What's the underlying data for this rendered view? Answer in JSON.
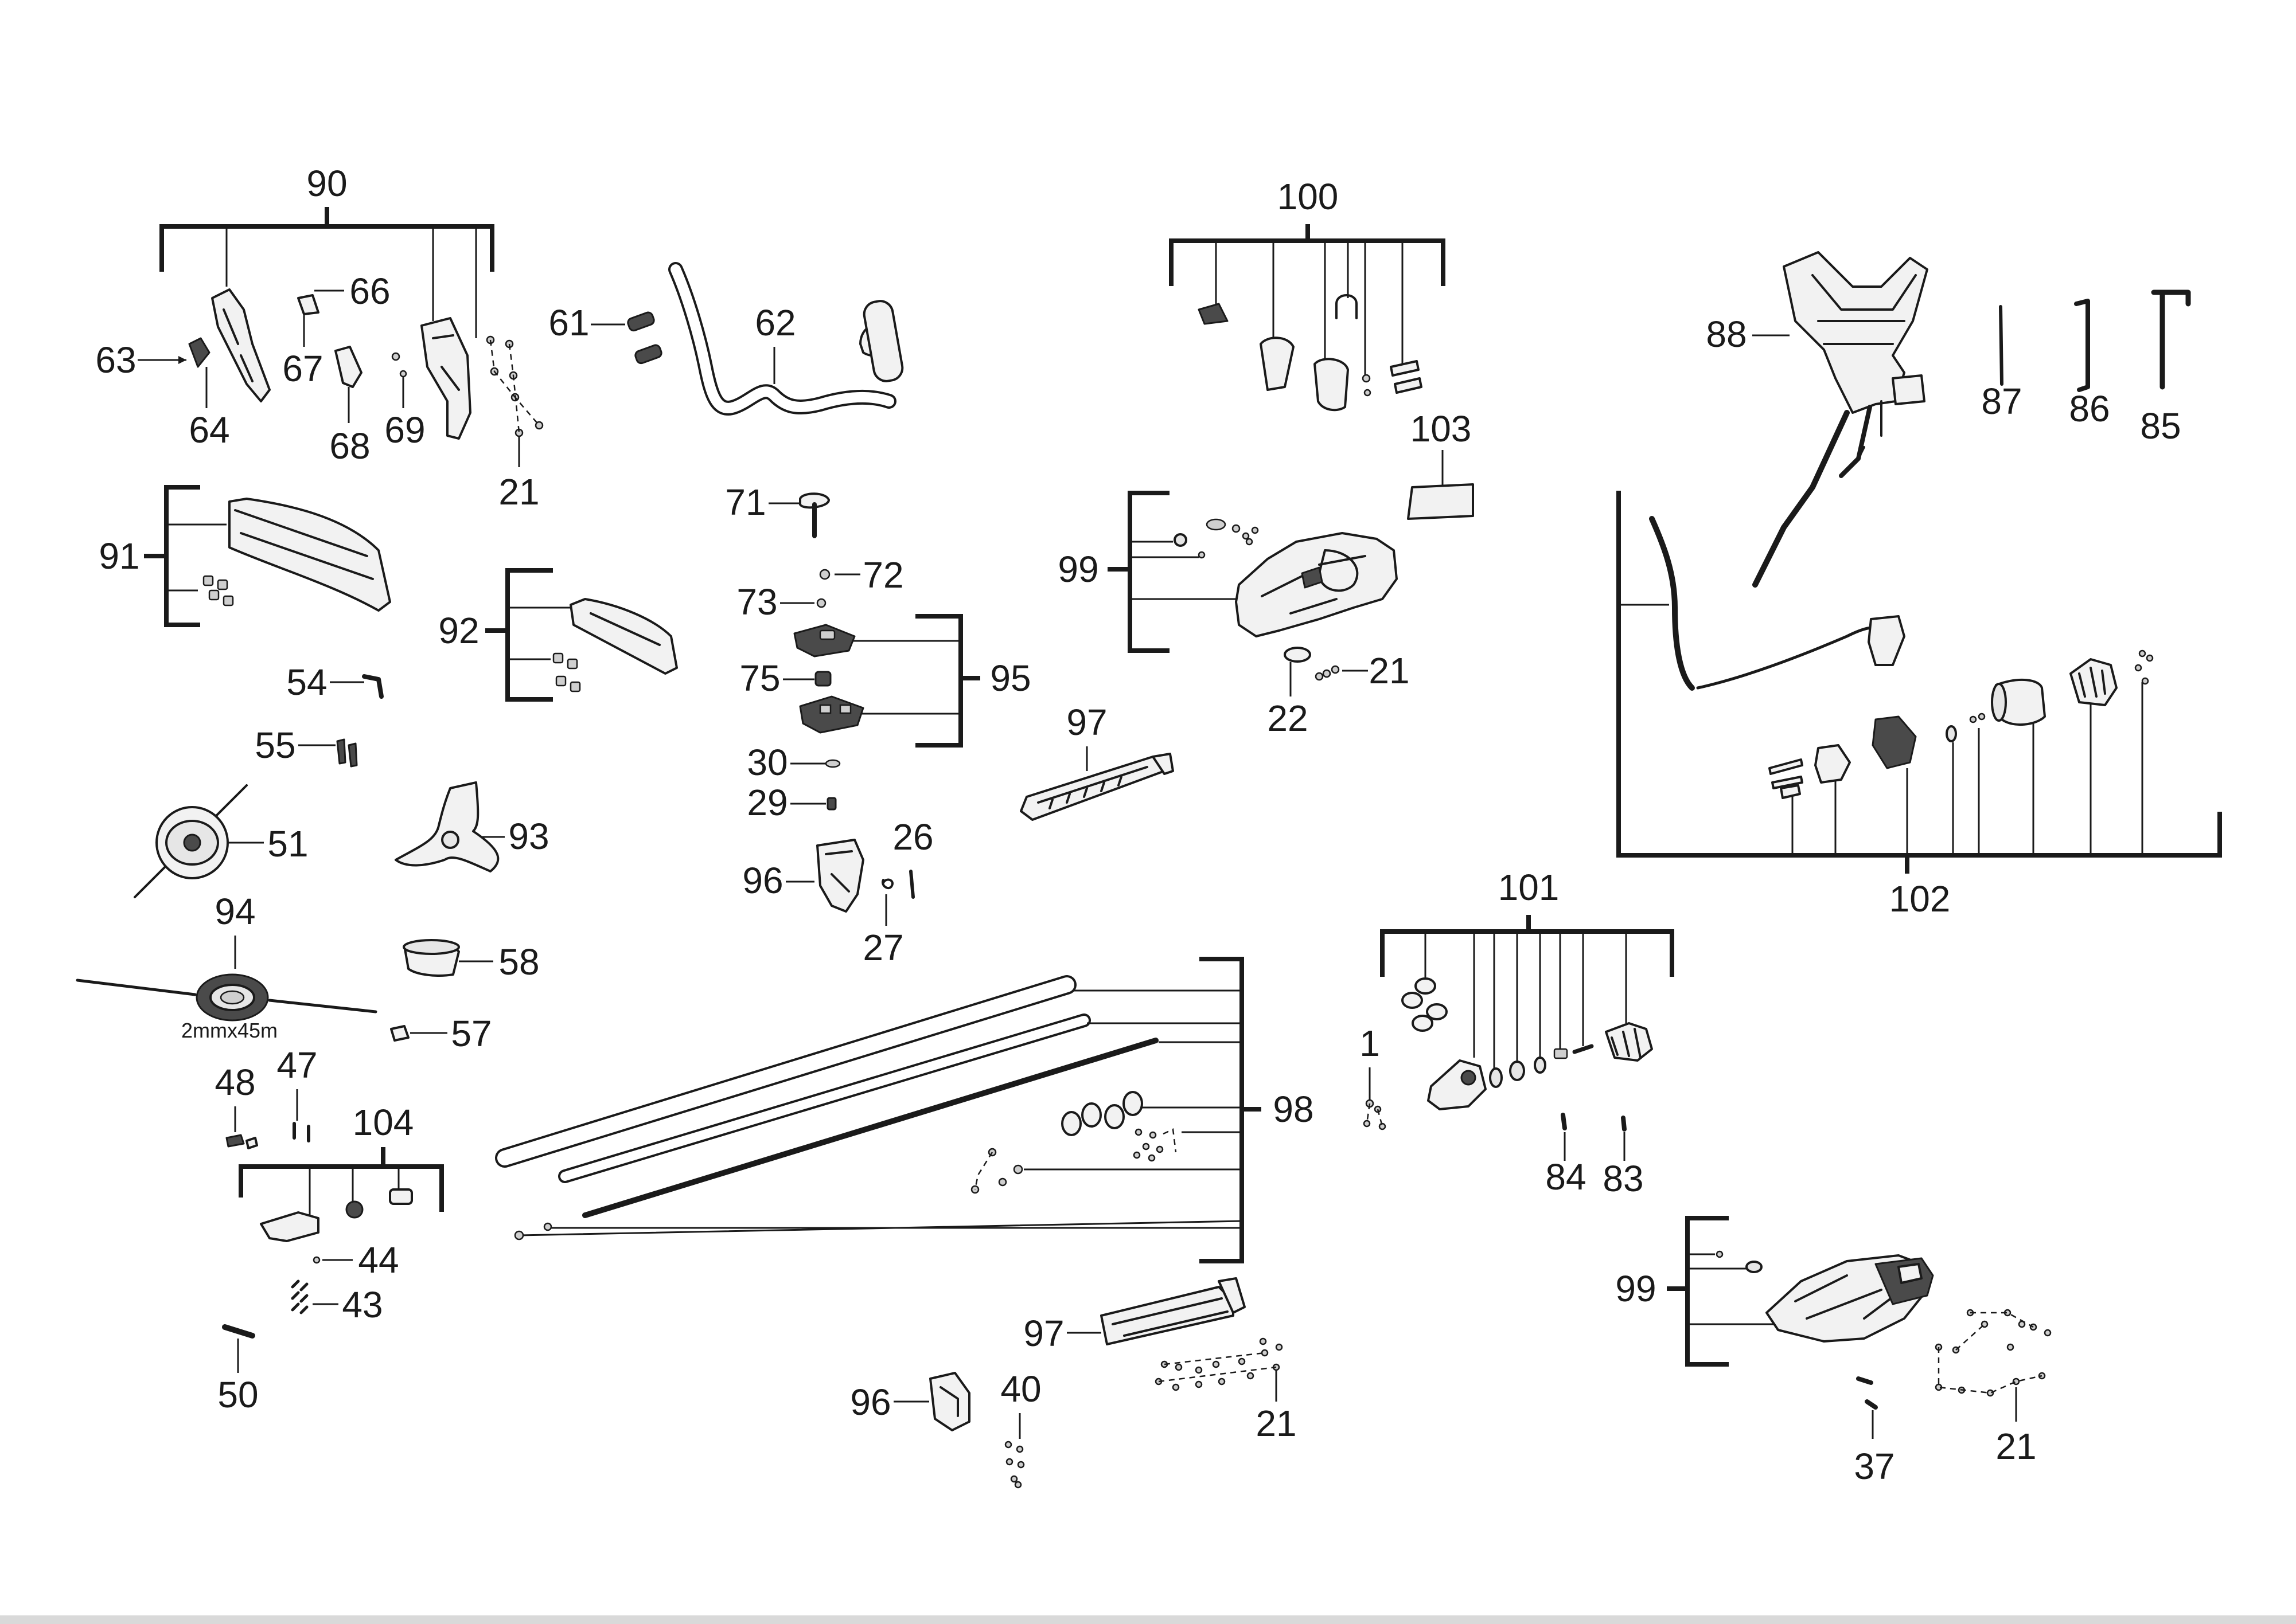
{
  "labels": {
    "p90": "90",
    "p66": "66",
    "p63": "63",
    "p67": "67",
    "p64": "64",
    "p68": "68",
    "p69": "69",
    "p21a": "21",
    "p61": "61",
    "p62": "62",
    "p100": "100",
    "p103": "103",
    "p88": "88",
    "p87": "87",
    "p86": "86",
    "p85": "85",
    "p91": "91",
    "p92": "92",
    "p54": "54",
    "p55": "55",
    "p51": "51",
    "p93": "93",
    "p71": "71",
    "p72": "72",
    "p73": "73",
    "p75": "75",
    "p95": "95",
    "p30": "30",
    "p29": "29",
    "p96a": "96",
    "p26": "26",
    "p27": "27",
    "p97a": "97",
    "p99a": "99",
    "p22": "22",
    "p21b": "21",
    "p102": "102",
    "p94": "94",
    "p94note": "2mmx45m",
    "p58": "58",
    "p57": "57",
    "p48": "48",
    "p47": "47",
    "p104": "104",
    "p44": "44",
    "p43": "43",
    "p50": "50",
    "p98": "98",
    "p101": "101",
    "p1": "1",
    "p84": "84",
    "p83": "83",
    "p97b": "97",
    "p96b": "96",
    "p40": "40",
    "p21c": "21",
    "p99b": "99",
    "p37": "37",
    "p21d": "21"
  }
}
